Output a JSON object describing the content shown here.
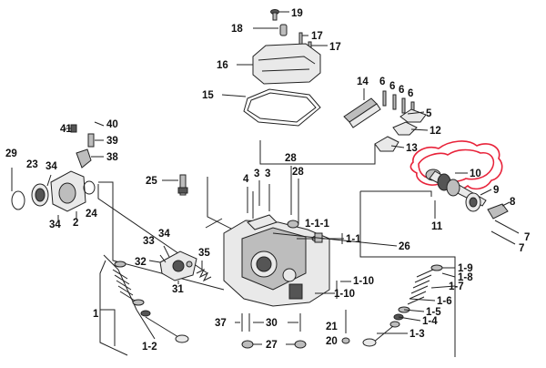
{
  "labels": {
    "p1": "1",
    "p1_1": "1-1",
    "p1_1_1": "1-1-1",
    "p1_2": "1-2",
    "p1_3": "1-3",
    "p1_4": "1-4",
    "p1_5": "1-5",
    "p1_6": "1-6",
    "p1_7": "1-7",
    "p1_8": "1-8",
    "p1_9": "1-9",
    "p1_10a": "1-10",
    "p1_10b": "1-10",
    "p2": "2",
    "p3a": "3",
    "p3b": "3",
    "p4": "4",
    "p5": "5",
    "p6a": "6",
    "p6b": "6",
    "p6c": "6",
    "p6d": "6",
    "p7a": "7",
    "p7b": "7",
    "p8": "8",
    "p9": "9",
    "p10": "10",
    "p11": "11",
    "p12": "12",
    "p13": "13",
    "p14": "14",
    "p15": "15",
    "p16": "16",
    "p17a": "17",
    "p17b": "17",
    "p18": "18",
    "p19": "19",
    "p20": "20",
    "p21": "21",
    "p23": "23",
    "p24": "24",
    "p25": "25",
    "p26": "26",
    "p27": "27",
    "p28a": "28",
    "p28b": "28",
    "p29": "29",
    "p30": "30",
    "p31": "31",
    "p32": "32",
    "p33": "33",
    "p34a": "34",
    "p34b": "34",
    "p34c": "34",
    "p35": "35",
    "p37": "37",
    "p38": "38",
    "p39": "39",
    "p40": "40",
    "p41": "41"
  },
  "colors": {
    "highlight": "#e8233a",
    "ink": "#111111"
  }
}
